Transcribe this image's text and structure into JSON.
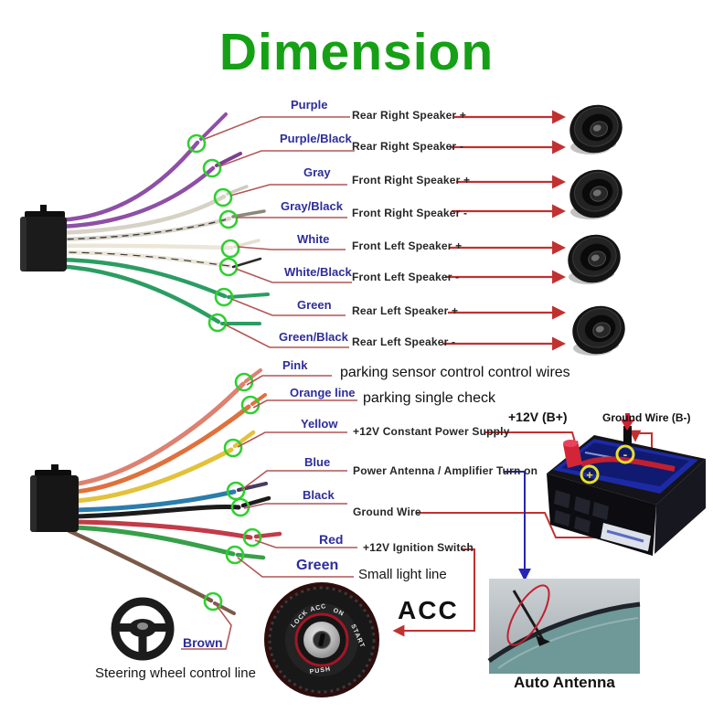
{
  "title": "Dimension",
  "upper_harness": {
    "wires": [
      {
        "label": "Purple",
        "function": "Rear Right Speaker +",
        "wire_color": "#8e4fa6"
      },
      {
        "label": "Purple/Black",
        "function": "Rear Right Speaker -",
        "wire_color": "#8e4fa6"
      },
      {
        "label": "Gray",
        "function": "Front Right Speaker +",
        "wire_color": "#d7d2c6"
      },
      {
        "label": "Gray/Black",
        "function": "Front Right Speaker -",
        "wire_color": "#d9d5ca"
      },
      {
        "label": "White",
        "function": "Front Left Speaker +",
        "wire_color": "#ece6d8"
      },
      {
        "label": "White/Black",
        "function": "Front Left Speaker -",
        "wire_color": "#ece6d8"
      },
      {
        "label": "Green",
        "function": "Rear Left Speaker +",
        "wire_color": "#2b9d63"
      },
      {
        "label": "Green/Black",
        "function": "Rear Left Speaker -",
        "wire_color": "#2b9d63"
      }
    ]
  },
  "lower_harness": {
    "wires": [
      {
        "label": "Pink",
        "function": "parking sensor control control wires",
        "wire_color": "#dd8170"
      },
      {
        "label": "Orange line",
        "function": "parking single check",
        "wire_color": "#e0703c"
      },
      {
        "label": "Yellow",
        "function": "+12V Constant Power Supply",
        "wire_color": "#e3c23a"
      },
      {
        "label": "Blue",
        "function": "Power Antenna / Amplifier Turn on",
        "wire_color": "#2b7dab"
      },
      {
        "label": "Black",
        "function": "Ground Wire",
        "wire_color": "#1c1c1c"
      },
      {
        "label": "Red",
        "function": "+12V  Ignition Switch",
        "wire_color": "#c23b49"
      },
      {
        "label": "Green",
        "function": "Small light line",
        "wire_color": "#37a049"
      },
      {
        "label": "Brown",
        "function": "Steering wheel control line",
        "wire_color": "#7b5a49"
      }
    ]
  },
  "battery": {
    "positive_label": "+12V  (B+)",
    "negative_label": "Ground Wire (B-)",
    "plus_symbol": "+",
    "minus_symbol": "-"
  },
  "ignition_switch": {
    "label": "ACC",
    "ring_text": {
      "lock": "LOCK",
      "acc": "ACC",
      "on": "ON",
      "start": "START",
      "push": "PUSH"
    }
  },
  "antenna": {
    "caption": "Auto Antenna"
  },
  "colors": {
    "title_green": "#16a016",
    "label_blue": "#2d2d9b",
    "leader_red": "#b25555",
    "arrow_red": "#c23030",
    "marker_green": "#2fd02f",
    "antenna_arrow_blue": "#2525b5"
  }
}
